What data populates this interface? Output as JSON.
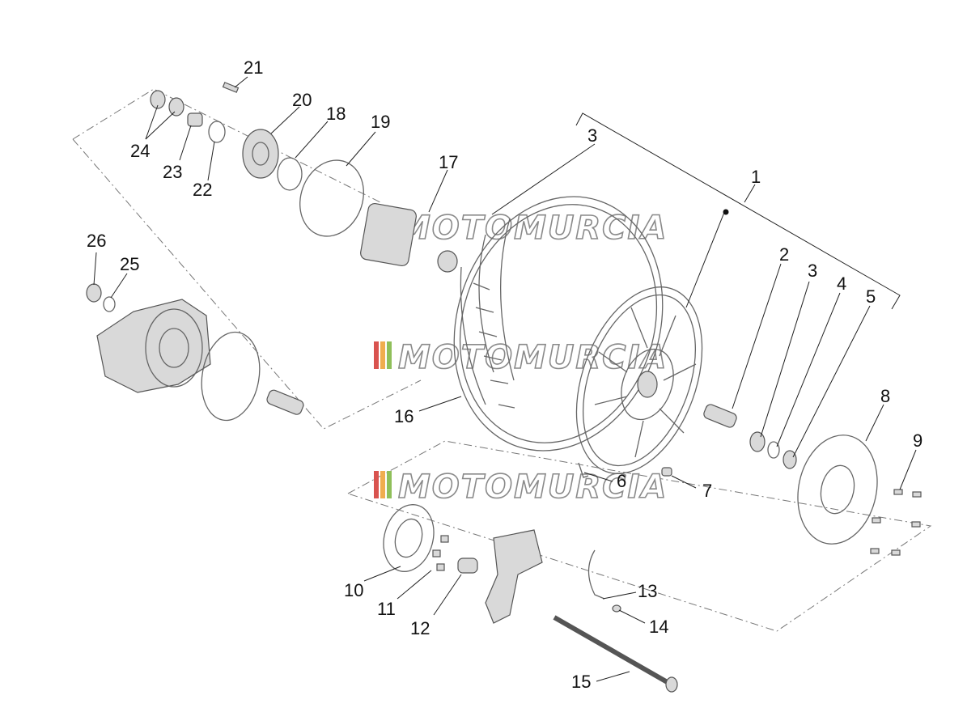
{
  "callouts": [
    "1",
    "2",
    "3",
    "4",
    "5",
    "6",
    "7",
    "8",
    "9",
    "10",
    "11",
    "12",
    "13",
    "14",
    "15",
    "16",
    "17",
    "18",
    "19",
    "20",
    "21",
    "22",
    "23",
    "24",
    "25",
    "26"
  ],
  "watermark": "MOTOMURCIA",
  "colors": {
    "line": "#666666",
    "part_fill": "#d9d9d9",
    "watermark_stripes": [
      "#d9534f",
      "#f0ad4e",
      "#8fbf5a",
      "#cccccc"
    ]
  }
}
